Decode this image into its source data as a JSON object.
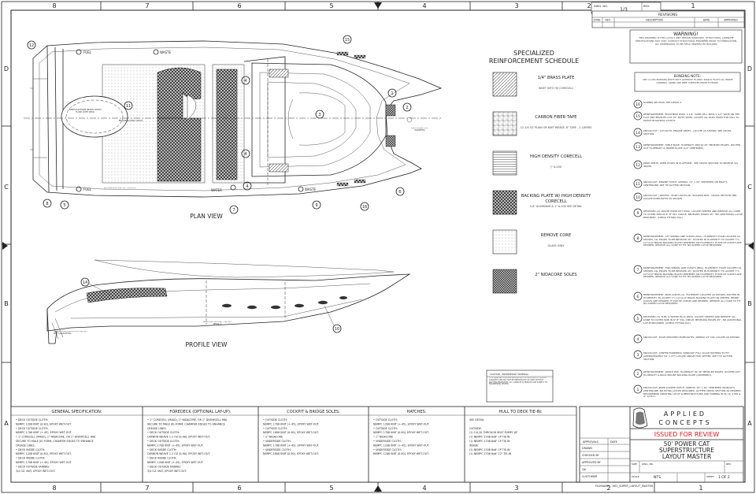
{
  "border": {
    "columns": [
      "8",
      "7",
      "6",
      "5",
      "4",
      "3",
      "2",
      "1"
    ],
    "rows": [
      "D",
      "C",
      "B",
      "A"
    ]
  },
  "title_block_top": {
    "dwg_no_label": "DWG. NO.",
    "dwg_no_value": "1/3",
    "rev_label": "REV.",
    "revisions_title": "REVISIONS",
    "rev_headers": [
      "ZONE",
      "REV.",
      "DESCRIPTION",
      "DATE",
      "APPROVED"
    ]
  },
  "warning": {
    "title": "WARNING!",
    "body": "THIS DRAWING IS FOR LAYOUT AND DESIGN PURPOSES. STRUCTURAL LAMINATE SPECIFICATIONS MAY VARY. CONSULT STRUCTURAL ENGINEER PRIOR TO FABRICATION. ALL DIMENSIONS TO BE FIELD VERIFIED BY BUILDER."
  },
  "bonding_note": {
    "title": "BONDING NOTE:",
    "body": "USE 1:1 MIX BONDING PASTE WITH ADHESIVE FILLERS. RADIUS FILLET ALL INSIDE CORNERS. GRIND AND WIPE SURFACES PRIOR TO BOND."
  },
  "plan_view": {
    "label": "PLAN VIEW",
    "fuel": "FUEL",
    "waste": "WASTE",
    "water": "WATER",
    "note_left": "SWIM PLATFORM BEAMS FINISH FLUSH WITH DECK",
    "note_center": "ENGINE ACCESS HATCH",
    "note_right": "5000 LB RAIL (1/4\" DIAMETER)",
    "corecell_note": "NO CORECELL AND 3/4\" HATCHES"
  },
  "profile_view": {
    "label": "PROFILE VIEW",
    "note_left": "ENGINE ROOM IN HATCHES SEE APT BODY PLAN DETAIL",
    "note_mid": "BULKHEAD ON PORT FWD SEE DETAIL 3"
  },
  "schedule": {
    "title_line1": "SPECIALIZED",
    "title_line2": "REINFORCEMENT SCHEDULE",
    "items": [
      {
        "name": "1/4\" BRASS PLATE",
        "sub": "INSET INTO H0 CORECELL",
        "pattern": "pat-diag"
      },
      {
        "name": "CARBON FIBER TAPE",
        "sub": "12-1/4 OZ PLAIN OR KNIT WEAVE, 6\" TAPE - 2 LAYERS",
        "pattern": "pat-weave"
      },
      {
        "name": "HIGH DENSITY CORECELL",
        "sub": "(\" A-200",
        "pattern": "pat-hline"
      },
      {
        "name": "BACKING PLATE W/ HIGH DENSITY CORECELL",
        "sub": "1/4\" ALUMINUM & 1\" A-200 SEE DETAIL",
        "pattern": "pat-check"
      },
      {
        "name": "REMOVE CORE",
        "sub": "GLASS ONLY",
        "pattern": "pat-dots"
      },
      {
        "name": "2\" NIDACORE SOLES",
        "sub": "",
        "pattern": "pat-check2"
      }
    ]
  },
  "notes": [
    {
      "n": "16",
      "text": "GUNNEL SECTION. SEE DETAIL 1"
    },
    {
      "n": "15",
      "text": "REINFORCEMENT, BULKHEAD PADS. 1-1/4\" CORE CELL PADS 1-1/2\" WIDE ON THE FLAT AND BEVELED OUT 45° BOTH SIDES. LOCATE ALL PADS FROM THE HULL TO MATCH BULKHEAD LAYOUT."
    },
    {
      "n": "14",
      "text": "KNOCK-OUT / CUT-OUTS, ENGINE VENTS - LOCATE AS SHOWN. SEE CROSS SECTION."
    },
    {
      "n": "13",
      "text": "REINFORCEMENT, TABLE BASE. HI-DENSITY PAN W/ 45° BEVELED EDGES. ROUTER OUT HI-DENSITY & INSERT PLATE (1/2\" CENTERED)."
    },
    {
      "n": "12",
      "text": "PROP VENTS, OPEN HOLES IN PLATFORM - SEE CROSS SECTION TO RECEIVE S/S GRATE."
    },
    {
      "n": "11",
      "text": "KNOCK-OUT, ENGINE HATCH. APPROX. 72\" x 33\" CENTERED ON BOAT'S CENTERLINE. SEE TIP GUTTER SECTION."
    },
    {
      "n": "10",
      "text": "KNOCK-OUT / RECESS - PORT LIGHTS (8). SHADOW BOX - CROSS SECTION TBD. LOCATE PORTLIGHTS AS SHOWN."
    },
    {
      "n": "9",
      "text": "RECESSES (2), WASTE PUMP-OUT (PKG). LOCATE CENTER AND REMOVE ALL CORE TO OUTER SKIN IN 6\"-8\" DIA. CIRCLE, BEVELING EDGES 45°. NO ADDITIONAL LAYUP REQUIRED. (CHECK FITTING DIA.)"
    },
    {
      "n": "8",
      "text": "REINFORCEMENT, AFT SPRING LINE CLEATS (PKG). HI-DENSITY FOAM LOCATED AS SHOWN. ALL EDGES TO BE BEVELED 45°. ROUTER IN HI-DENSITY TO ACCEPT 7\"x 12\"x1/4\" BRASS BACKING PLATE CENTERED ON HI-DENSITY. IF POP-UP CLEATS ARE DESIRED, REMOVE ALL CORE TO FIT. NO ADDED LAYUP REQUIRED."
    },
    {
      "n": "7",
      "text": "REINFORCEMENT, FWD SPRING LINE CLEATS (PKG). HI-DENSITY FOAM LOCATED AS SHOWN. ALL EDGES TO BE BEVELED 45°. ROUTER IN HI-DENSITY TO ACCEPT 7\"x 12\"x1/4\" BRASS BACKING PLATE CENTERED ON HI-DENSITY. IF POP-UP CLEATS ARE DESIRED, REMOVE ALL CORE TO FIT. NO ADDED LAYUP REQUIRED."
    },
    {
      "n": "6",
      "text": "REINFORCEMENT, BOW CLEATS (2). HI-DENSITY LOCATED AS SHOWN. ROUTER IN HI-DENSITY TO ACCEPT 1\"x 12\"x1/4\" BRASS BACKING PLATE ON CENTER. INSIDE CLEATS ARE DESIRED. IF POP-UP CLEATS ARE DESIRED, REMOVE ALL CORE TO FIT. NO ADDED LAYUP REQUIRED."
    },
    {
      "n": "5",
      "text": "RECESSES (3), FUEL & WATER FILLS (PKG). LOCATE CENTER AND REMOVE ALL CORE TO OUTER SKIN IN 6\"-8\" DIA. CIRCLE, BEVELING EDGES 45°. NO ADDITIONAL LAYUP REQUIRED. (CHECK FITTING DIA.)"
    },
    {
      "n": "4",
      "text": "KNOCK-OUT, DASH MOUNTED PORTLIGHTS. APPROX 24\" DIA. LOCATE AS SHOWN."
    },
    {
      "n": "3",
      "text": "KNOCK-OUT, CENTER FOREDECK SUNROOF. FULL SCALE PATTERN TO FIT (APPROXIMATELY 54\" x 27\") LOCATE ABOVE FWD SETTEE. SEE TYP. GUTTER SECTION."
    },
    {
      "n": "2",
      "text": "REINFORCEMENT, WINCH PAD. HI-DENSITY W/ 45° BEVELED EDGES. ROUTER OUT HI-DENSITY & BACK MOUNT BACKING PLATE (CENTERED)."
    },
    {
      "n": "1",
      "text": "KNOCK-OUT, ROPE LOCKER HATCH. APPROX. 20\" x 40\" CENTERED ON BOAT'S CENTERLINE. NO EXTRA LAYUPS REQUIRED. GUTTER CROSS SECTION AS DESIRED. RECOMMEND CREATING LIP OF SUPERSTRUCTURE AND TABBING IN W/ (2) 1708 & 6\" 12\"E-H."
    }
  ],
  "small_box_note": {
    "title": "CAUTION - PROPRIETARY MATERIAL",
    "body": "THIS DRAWING CONTAINS PROPRIETARY INFORMATION OF APPLIED CONCEPTS AND MAY NOT BE REPRODUCED OR USED WITHOUT WRITTEN PERMISSION. ALL LAMINATE SCHEDULES ARE SUBJECT TO ENGINEERING REVIEW."
  },
  "spec_table": {
    "columns": [
      {
        "title": "GENERAL SPECIFICATION:",
        "lines": [
          "• DECK OUTSIDE CLOTH:",
          "  NEMPC 1208 KNIT (0-90), EPOXY WET-OUT.",
          "• DECK OUTSIDE CLOTH:",
          "  NEMPC 1708 KNIT (+-45), EPOXY WET-OUT.",
          "• 1\" CORECELL (M400), 1\" NIDACORE, OR 1\" DIVINYCELL H80",
          "  SECURE TO MALE JIG FORM, CHAMFER EDGES TO ENHANCE",
          "  CREASE LINES.",
          "• DECK INSIDE CLOTH:",
          "  NEMPC 1208 KNIT (0-90), EPOXY WET-OUT.",
          "• DECK INSIDE CLOTH:",
          "  NEMPC 1708 KNIT (+-45), EPOXY WET-OUT.",
          "• DECK OUTSIDE FAIRING:",
          "  3/4 OZ. MAT, EPOXY WET-OUT."
        ]
      },
      {
        "title": "FOREDECK (OPTIONAL LAY-UP):",
        "lines": [
          "• 1\" CORECELL (M400), 1\" NIDACORE, OR 1\" DIVINYCELL H80",
          "  SECURE TO MALE JIG FORM, CHAMFER EDGES TO ENHANCE",
          "  CREASE LINES.",
          "• DECK OUTSIDE CLOTH:",
          "  CARBON WEAVE 1.2 OZ (0-90), EPOXY WET-OUT.",
          "• DECK OUTSIDE CLOTH:",
          "  NEMPC 1708 KNIT (+-45), EPOXY WET-OUT.",
          "• DECK INSIDE CLOTH:",
          "  CARBON WEAVE 1.2 OZ (0-90), EPOXY WET-OUT.",
          "• DECK INSIDE CLOTH:",
          "  NEMPC 1208 KNIT (+-45), EPOXY WET-OUT.",
          "• DECK OUTSIDE FAIRING:",
          "  3/4 OZ. MAT, EPOXY WET-OUT."
        ]
      },
      {
        "title": "COCKPIT & BRIDGE SOLES:",
        "lines": [
          "• OUTSIDE CLOTH:",
          "  NEMPC 1708 KNIT (+-45), EPOXY WET-OUT.",
          "• OUTSIDE CLOTH:",
          "  NEMPC 1808 KNIT (0-90), EPOXY WET-OUT.",
          "• 2\" NIDACORE",
          "• UNDERSIDE CLOTH:",
          "  NEMPC 1708 KNIT (+-45), EPOXY WET-OUT.",
          "• UNDERSIDE CLOTH:",
          "  NEMPC 1808 KNIT (0-90), EPOXY WET-OUT."
        ]
      },
      {
        "title": "HATCHES:",
        "lines": [
          "• OUTSIDE CLOTH:",
          "  NEMPC 1208 KNIT (+-45), EPOXY WET-OUT.",
          "• OUTSIDE CLOTH:",
          "  NEMPC 1708 KNIT (0-90), EPOXY WET-OUT.",
          "• 1\" NIDACORE",
          "• UNDERSIDE CLOTH:",
          "  NEMPC 1208 KNIT (+-45), EPOXY WET-OUT.",
          "• UNDERSIDE CLOTH:",
          "  NEMPC 1208 KNIT (0-90), EPOXY WET-OUT."
        ]
      },
      {
        "title": "HULL TO DECK TIE-IN:",
        "lines": [
          "SEE DETAIL",
          "",
          "OUTSIDE:",
          "(1)  1/4-20 THROUGH BOLT EVERY 18\"",
          "(1)  NEMPC 1708 6x6\" 1P TIE-IN",
          "(1)  NEMPC 1708 6x6\" 1P TIE-IN",
          "INSIDE:",
          "(1)  NEMPC 1708 6x6\" 1P TIE-IN",
          "(1)  NEMPC 1708 6x6\" 12\" TIE-IN"
        ]
      }
    ]
  },
  "title_block": {
    "logo_line1": "APPLIED",
    "logo_line2": "CONCEPTS",
    "status": "ISSUED FOR REVIEW",
    "status_color": "#d42020",
    "approvals_label": "APPROVALS",
    "date_label": "DATE",
    "rows": [
      "DRAWN",
      "CHECKED BY",
      "APPROVED BY",
      "QA",
      "CUSTOMER"
    ],
    "title_lines": [
      "50' POWER CAT",
      "SUPERSTRUCTURE",
      "LAYOUT MASTER"
    ],
    "size_label": "SIZE",
    "dwg_no_label": "DWG. NO.",
    "rev_label": "REV.",
    "scale_label": "SCALE",
    "scale_value": "NTS",
    "sheet_label": "SHEET",
    "sheet_value": "1  OF  2",
    "filename_label": "FILENAME:",
    "filename_value": "MCI_SUPER_LAYOUT_MASTER"
  }
}
